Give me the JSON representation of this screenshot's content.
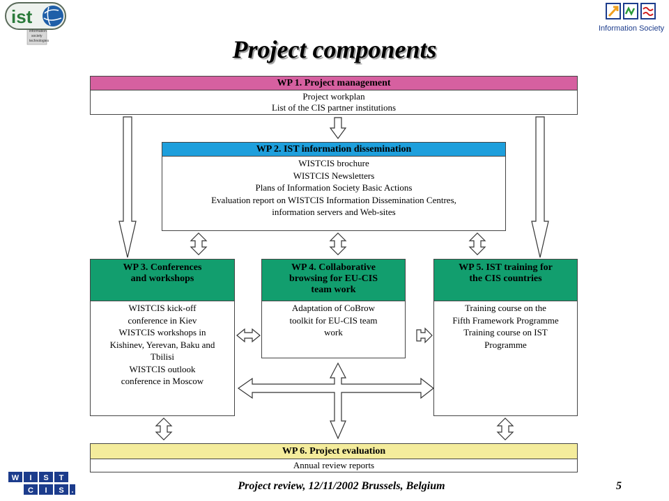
{
  "title": "Project components",
  "logos": {
    "ist": {
      "name": "ist",
      "lines": [
        "information",
        "society",
        "technologies"
      ]
    },
    "info_society": {
      "label": "Information Society"
    },
    "wistcis": {
      "top": [
        "W",
        "I",
        "S",
        "T"
      ],
      "bottom": [
        "C",
        "I",
        "S",
        "."
      ]
    }
  },
  "wp1": {
    "header": "WP 1. Project management",
    "items": [
      "Project workplan",
      "List of the CIS partner institutions"
    ]
  },
  "wp2": {
    "header": "WP 2. IST information dissemination",
    "items": [
      "WISTCIS brochure",
      "WISTCIS Newsletters",
      "Plans of Information Society Basic Actions",
      "Evaluation report on WISTCIS Information Dissemination Centres,",
      "information servers and Web-sites"
    ]
  },
  "wp3": {
    "header": "WP 3. Conferences\nand workshops",
    "body": "WISTCIS kick-off\nconference in Kiev\nWISTCIS workshops in\nKishinev, Yerevan, Baku and\nTbilisi\nWISTCIS outlook\nconference in Moscow"
  },
  "wp4": {
    "header": "WP 4. Collaborative\nbrowsing for EU-CIS\nteam work",
    "body": "Adaptation of CoBrow\ntoolkit for EU-CIS team\nwork"
  },
  "wp5": {
    "header": "WP 5. IST training for\nthe CIS countries",
    "body": "Training course on the\nFifth Framework Programme\nTraining course on IST\nProgramme"
  },
  "wp6": {
    "header": "WP 6. Project evaluation",
    "items": [
      "Annual review reports"
    ]
  },
  "footer": {
    "text": "Project review, 12/11/2002 Brussels, Belgium",
    "page": "5"
  },
  "colors": {
    "wp1": "#d660a0",
    "wp2": "#1e9fdc",
    "wp345": "#129e6e",
    "wp6": "#f4ec9c"
  }
}
